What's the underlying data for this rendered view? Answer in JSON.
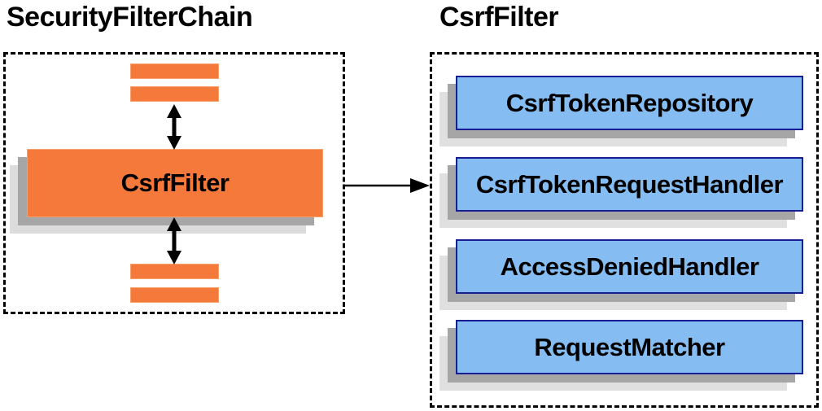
{
  "diagram": {
    "left_panel": {
      "title": "SecurityFilterChain",
      "filter_label": "CsrfFilter"
    },
    "right_panel": {
      "title": "CsrfFilter",
      "components": [
        "CsrfTokenRepository",
        "CsrfTokenRequestHandler",
        "AccessDeniedHandler",
        "RequestMatcher"
      ]
    },
    "colors": {
      "orange_fill": "#f4793b",
      "orange_border": "#f7a06c",
      "blue_fill": "#85bdf2",
      "blue_border": "#191d94",
      "shadow_dark": "#a6a6a6",
      "shadow_light": "#dcdcdc",
      "dashed_border": "#000000",
      "arrow": "#000000",
      "text": "#000000"
    }
  }
}
